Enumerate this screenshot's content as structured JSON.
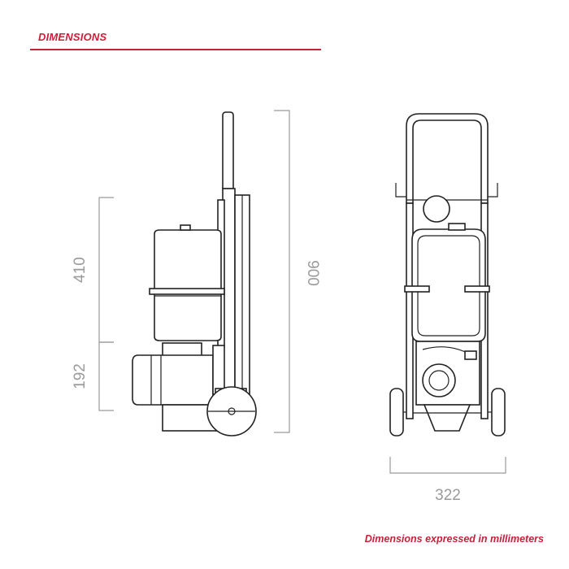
{
  "header": {
    "title": "DIMENSIONS"
  },
  "dimensions": {
    "total_height": "900",
    "upper_height": "410",
    "lower_height": "192",
    "width": "322"
  },
  "footer": {
    "note": "Dimensions expressed in millimeters"
  },
  "colors": {
    "accent": "#c8203a",
    "dimension_gray": "#9a9a9a",
    "drawing_line": "#222222"
  }
}
